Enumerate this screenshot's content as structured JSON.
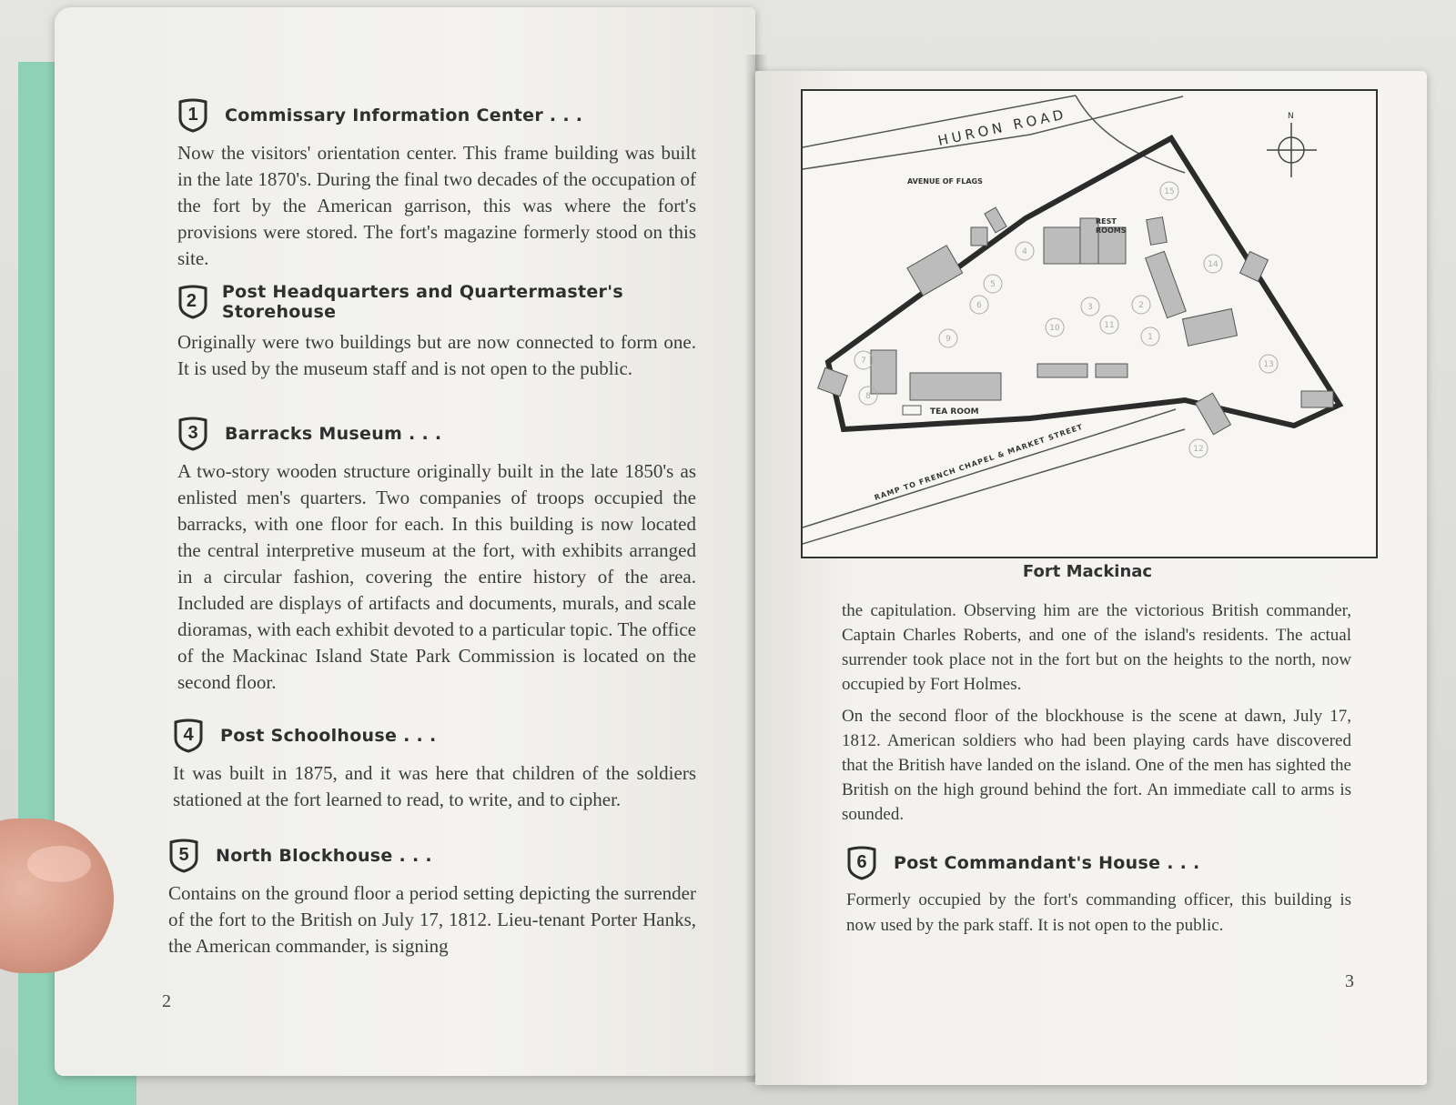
{
  "left_page": {
    "page_number": "2",
    "sections": [
      {
        "number": "1",
        "heading": "Commissary Information Center . . .",
        "body": "Now the visitors' orientation center. This frame building was built in the late 1870's. During the final two decades of the occupation of the fort by the American garrison, this was where the fort's provisions were stored. The fort's magazine formerly stood on this site."
      },
      {
        "number": "2",
        "heading": "Post Headquarters and Quartermaster's Storehouse",
        "body": "Originally were two buildings but are now connected to form one. It is used by the museum staff and is not open to the public."
      },
      {
        "number": "3",
        "heading": "Barracks Museum . . .",
        "body": "A two-story wooden structure originally built in the late 1850's as enlisted men's quarters. Two companies of troops occupied the barracks, with one floor for each. In this building is now located the central interpretive museum at the fort, with exhibits arranged in a circular fashion, covering the entire history of the area. Included are displays of artifacts and documents, murals, and scale dioramas, with each exhibit devoted to a particular topic. The office of the Mackinac Island State Park Commission is located on the second floor."
      },
      {
        "number": "4",
        "heading": "Post Schoolhouse . . .",
        "body": "It was built in 1875, and it was here that children of the soldiers stationed at the fort learned to read, to write, and to cipher."
      },
      {
        "number": "5",
        "heading": "North Blockhouse . . .",
        "body": "Contains on the ground floor a period setting depicting the surrender of the fort to the British on July 17, 1812. Lieu-tenant Porter Hanks, the American commander, is signing"
      }
    ]
  },
  "right_page": {
    "page_number": "3",
    "map": {
      "caption": "Fort Mackinac",
      "labels": {
        "huron_road": "HURON ROAD",
        "avenue_of_flags": "AVENUE OF FLAGS",
        "rest_rooms_1": "REST",
        "rest_rooms_2": "ROOMS",
        "tea_room": "TEA ROOM",
        "ramp": "RAMP TO FRENCH CHAPEL & MARKET STREET",
        "north": "N"
      },
      "markers": [
        "1",
        "2",
        "3",
        "4",
        "5",
        "6",
        "7",
        "8",
        "9",
        "10",
        "11",
        "12",
        "13",
        "14",
        "15"
      ]
    },
    "paragraphs": [
      "the capitulation. Observing him are the victorious British commander, Captain Charles Roberts, and one of the island's residents. The actual surrender took place not in the fort but on the heights to the north, now occupied by Fort Holmes.",
      "On the second floor of the blockhouse is the scene at dawn, July 17, 1812. American soldiers who had been playing cards have discovered that the British have landed on the island. One of the men has sighted the British on the high ground behind the fort. An immediate call to arms is sounded."
    ],
    "section": {
      "number": "6",
      "heading": "Post Commandant's House . . .",
      "body": "Formerly occupied by the fort's commanding officer, this building is now used by the park staff. It is not open to the public."
    }
  }
}
